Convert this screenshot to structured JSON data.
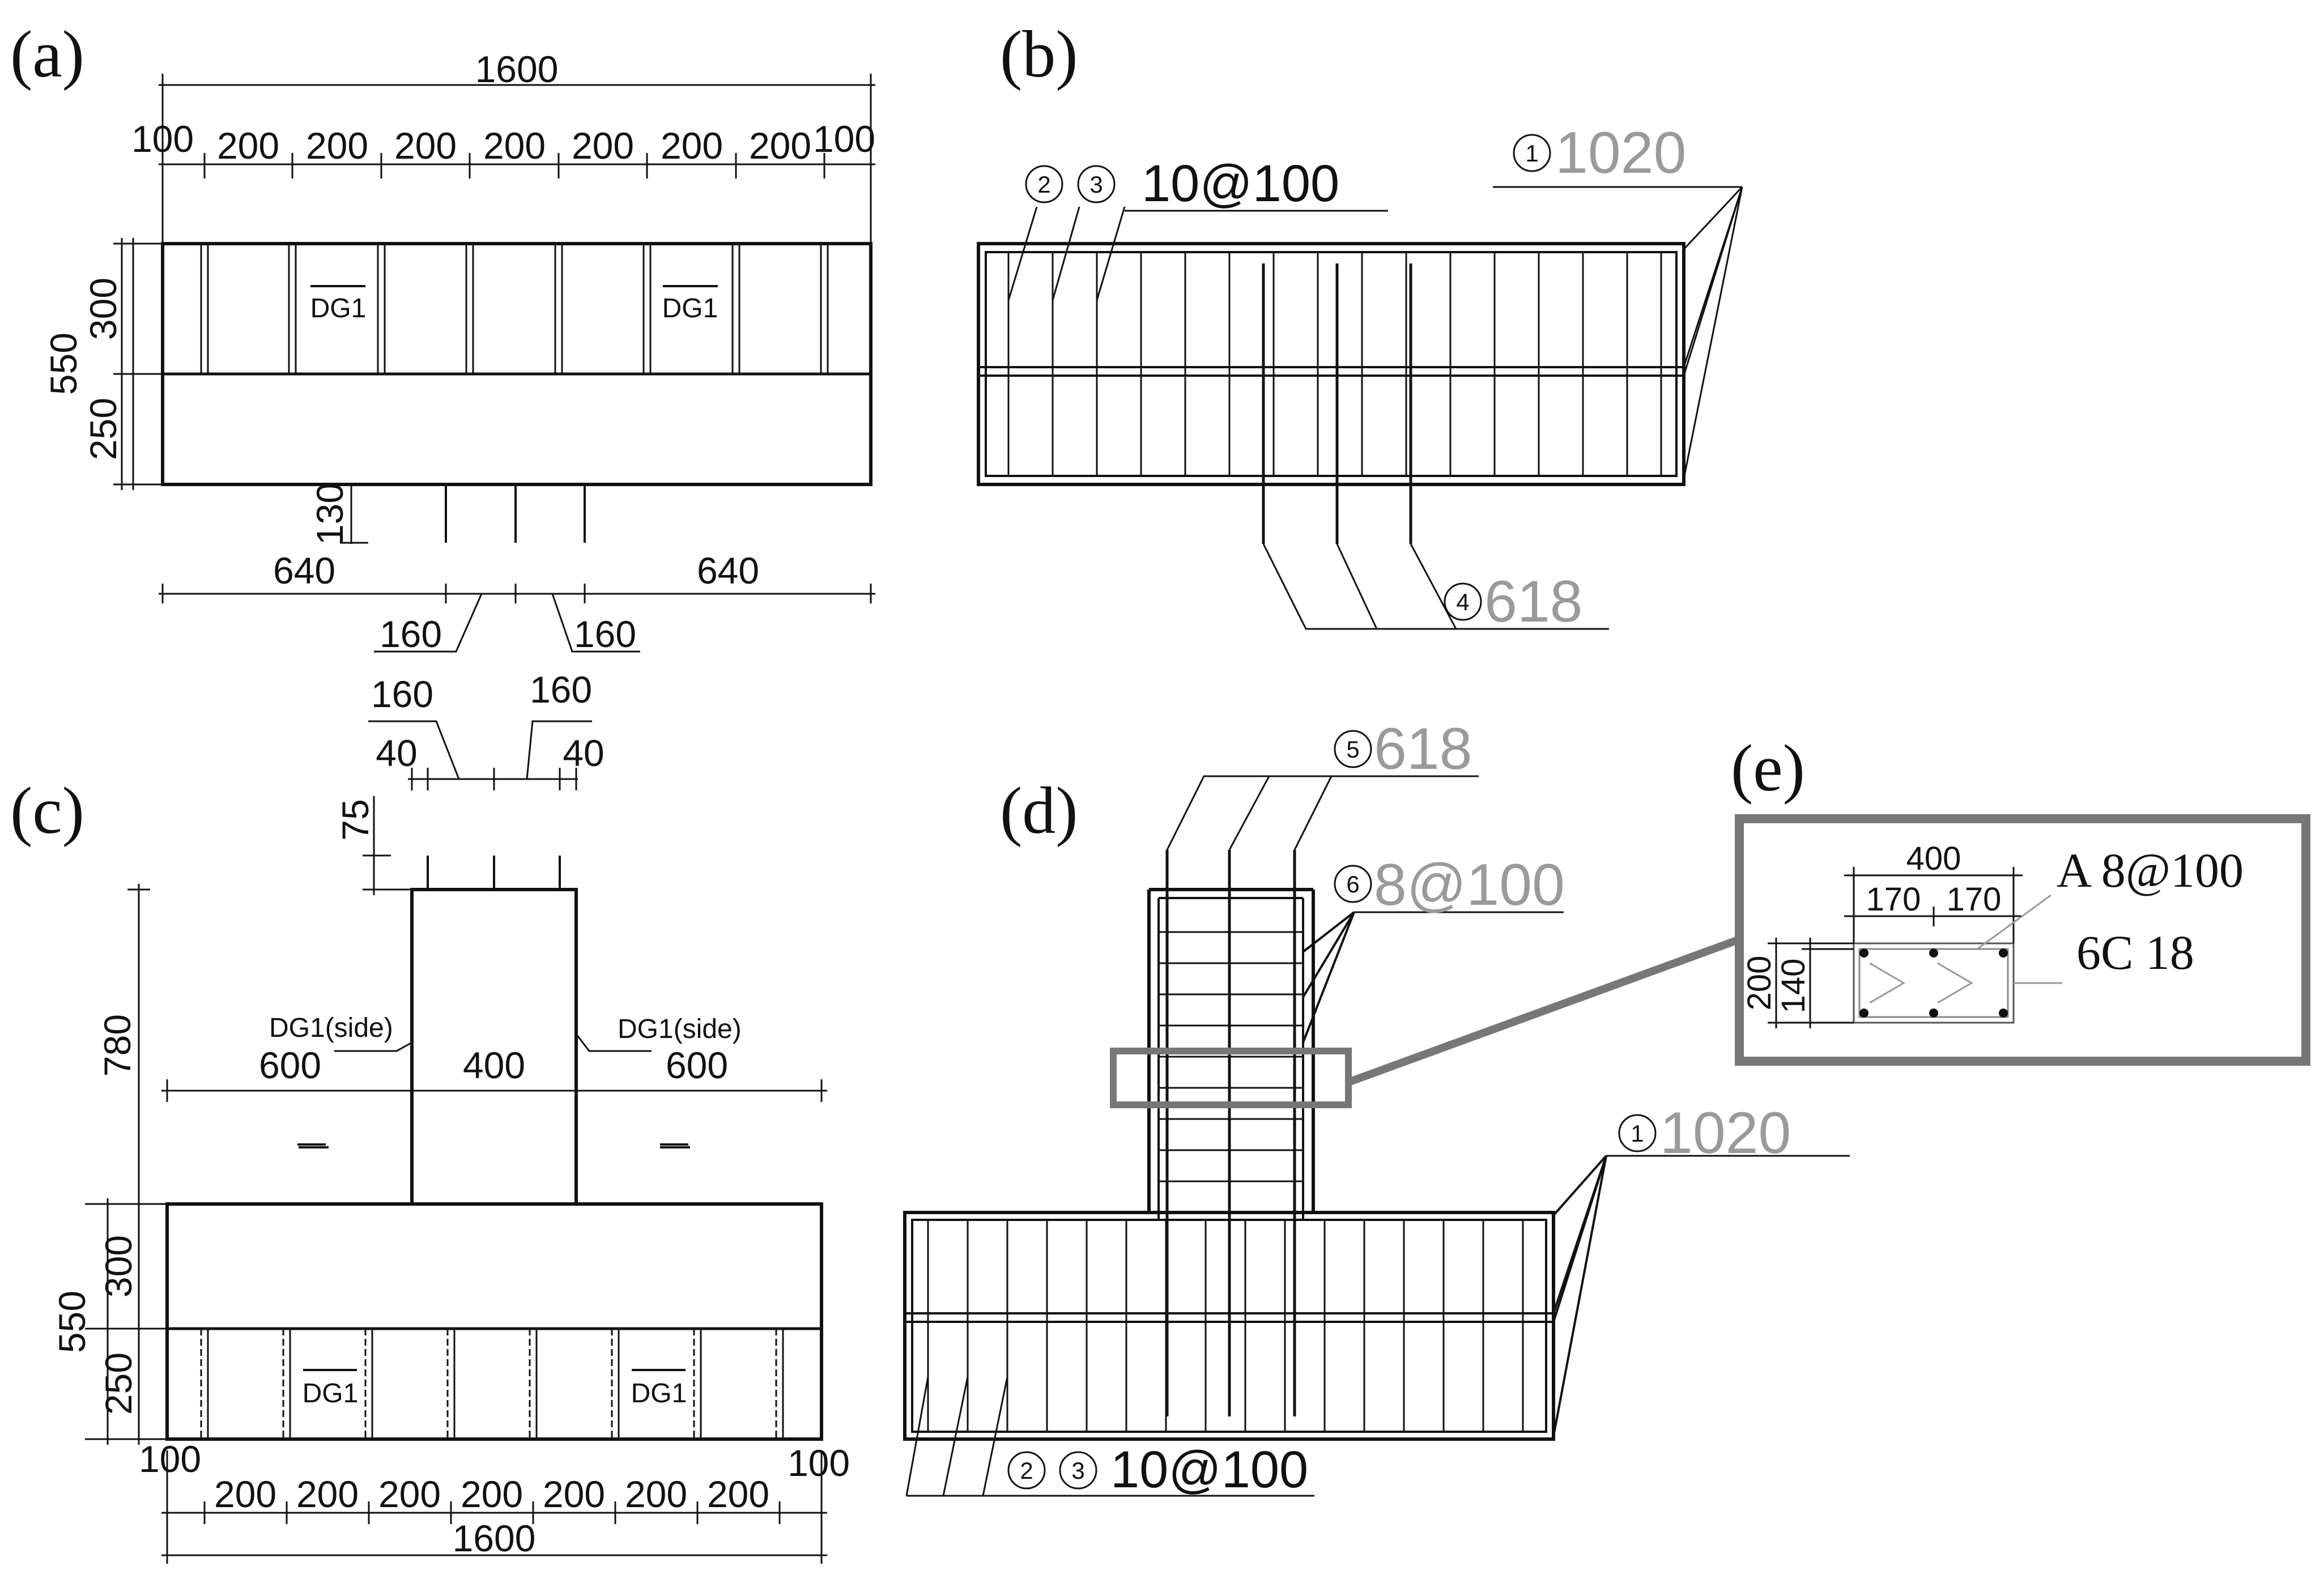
{
  "panels": {
    "a": {
      "label": "(a)",
      "total_width": "1600",
      "segments": [
        "100",
        "200",
        "200",
        "200",
        "200",
        "200",
        "200",
        "200",
        "100"
      ],
      "height_total": "550",
      "height_upper": "300",
      "height_lower": "250",
      "embed_depth": "130",
      "left_edge": "640",
      "right_edge": "640",
      "spacing_left": "160",
      "spacing_right": "160",
      "gauge_left": "DG1",
      "gauge_right": "DG1"
    },
    "b": {
      "label": "(b)",
      "bar_1_num": "1",
      "bar_1_spec": "1020",
      "bar_2_num": "2",
      "bar_3_num": "3",
      "bars_23_spec": "10@100",
      "bar_4_num": "4",
      "bar_4_spec": "618"
    },
    "c": {
      "label": "(c)",
      "top_spacing_left": "160",
      "top_spacing_right": "160",
      "cover_left": "40",
      "cover_right": "40",
      "embed": "75",
      "column_height": "780",
      "left_span": "600",
      "column_width": "400",
      "right_span": "600",
      "gauge_side_left": "DG1(side)",
      "gauge_side_right": "DG1(side)",
      "height_total": "550",
      "height_upper": "300",
      "height_lower": "250",
      "gauge_left": "DG1",
      "gauge_right": "DG1",
      "edge_left": "100",
      "edge_right": "100",
      "segments": [
        "200",
        "200",
        "200",
        "200",
        "200",
        "200",
        "200"
      ],
      "total_width": "1600"
    },
    "d": {
      "label": "(d)",
      "bar_5_num": "5",
      "bar_5_spec": "618",
      "bar_6_num": "6",
      "bar_6_spec": "8@100",
      "bar_1_num": "1",
      "bar_1_spec": "1020",
      "bar_2_num": "2",
      "bar_3_num": "3",
      "bars_23_spec": "10@100"
    },
    "e": {
      "label": "(e)",
      "width": "400",
      "spacing_left": "170",
      "spacing_right": "170",
      "height": "200",
      "inner_height": "140",
      "stirrup_spec": "A 8@100",
      "longitudinal_spec": "6C 18"
    }
  },
  "colors": {
    "ink": "#111111",
    "gray_text": "#9a9a9a",
    "box_gray": "#777777"
  }
}
